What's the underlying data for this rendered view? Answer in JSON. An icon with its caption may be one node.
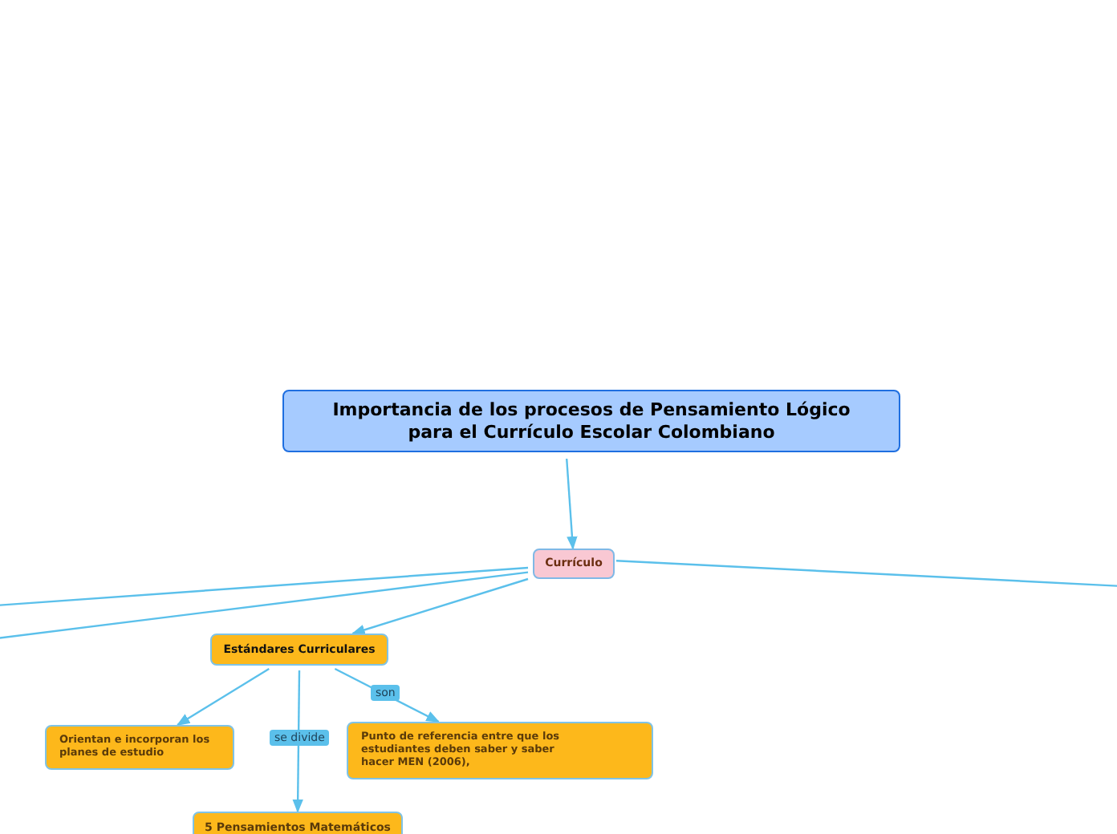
{
  "diagram": {
    "nodes": [
      {
        "text": [
          "Importancia de los procesos de Pensamiento Lógico para el Currículo Escolar Colombiano"
        ]
      },
      {
        "text": [
          "Currículo"
        ]
      },
      {
        "text": [
          "Estándares Curriculares"
        ]
      },
      {
        "text": [
          "Orientan e incorporan los planes de estudio"
        ]
      },
      {
        "text": [
          "Punto de referencia entre que los estudiantes deben saber y saber hacer MEN (2006),"
        ]
      },
      {
        "text": [
          "5 Pensamientos Matemáticos"
        ]
      }
    ],
    "edges": [
      {
        "from": 0,
        "to": 1,
        "arrow": "to"
      },
      {
        "from": 1,
        "to": null,
        "arrow": "none"
      },
      {
        "from": 1,
        "to": null,
        "arrow": "none"
      },
      {
        "from": 1,
        "to": null,
        "arrow": "none"
      },
      {
        "from": 1,
        "to": 2,
        "arrow": "to"
      },
      {
        "from": 2,
        "to": 3,
        "arrow": "to"
      },
      {
        "from": 2,
        "to": 5,
        "label": "se divide",
        "arrow": "to"
      },
      {
        "from": 2,
        "to": 4,
        "label": "son",
        "arrow": "to"
      }
    ]
  }
}
